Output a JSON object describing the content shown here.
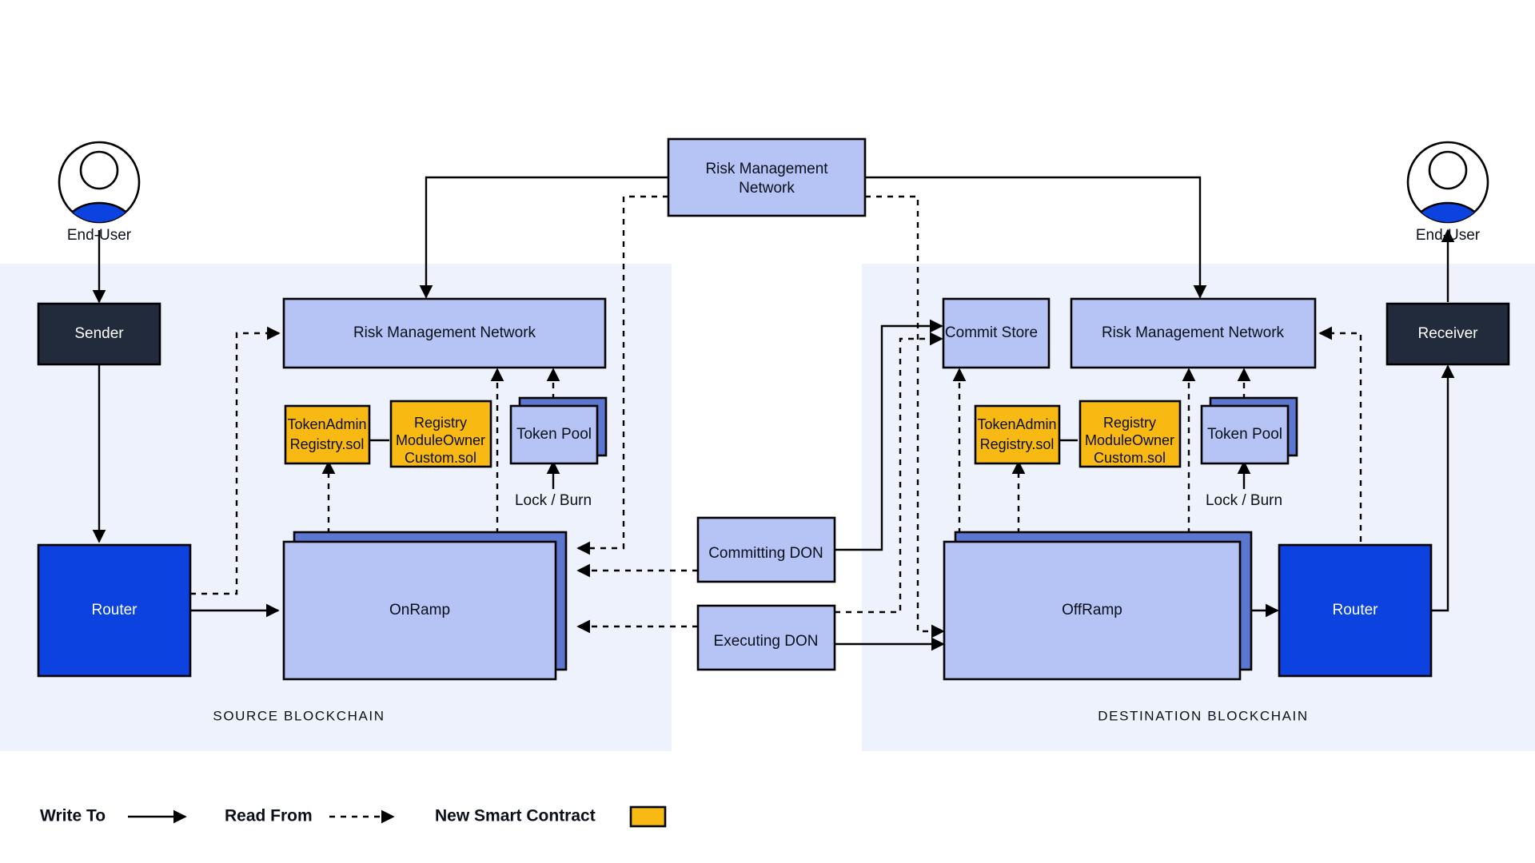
{
  "diagram": {
    "title": "CCIP Cross-Chain Token Transfer Architecture",
    "colors": {
      "zone_background": "#eef2fd",
      "light_blue_node": "#b6c4f5",
      "dark_blue_stack": "#5b77cf",
      "router_blue": "#0b42e0",
      "dark_node": "#222b3b",
      "new_contract_yellow": "#f8b912",
      "stroke": "#000000",
      "page_background": "#ffffff"
    }
  },
  "actors": {
    "left": {
      "label": "End-User"
    },
    "right": {
      "label": "End-User"
    }
  },
  "zones": {
    "source": {
      "label": "SOURCE BLOCKCHAIN"
    },
    "destination": {
      "label": "DESTINATION BLOCKCHAIN"
    }
  },
  "nodes": {
    "top_rmn": {
      "line1": "Risk Management",
      "line2": "Network"
    },
    "sender": {
      "label": "Sender"
    },
    "receiver": {
      "label": "Receiver"
    },
    "source_router": {
      "label": "Router"
    },
    "destination_router": {
      "label": "Router"
    },
    "source_rmn": {
      "label": "Risk Management Network"
    },
    "destination_rmn": {
      "label": "Risk Management Network"
    },
    "commit_store": {
      "label": "Commit Store"
    },
    "onramp": {
      "label": "OnRamp"
    },
    "offramp": {
      "label": "OffRamp"
    },
    "committing_don": {
      "label": "Committing DON"
    },
    "executing_don": {
      "label": "Executing DON"
    },
    "source_token_admin_registry": {
      "line1": "TokenAdmin",
      "line2": "Registry.sol"
    },
    "destination_token_admin_registry": {
      "line1": "TokenAdmin",
      "line2": "Registry.sol"
    },
    "source_registry_module": {
      "line1": "Registry",
      "line2": "ModuleOwner",
      "line3": "Custom.sol"
    },
    "destination_registry_module": {
      "line1": "Registry",
      "line2": "ModuleOwner",
      "line3": "Custom.sol"
    },
    "source_token_pool": {
      "label": "Token Pool"
    },
    "destination_token_pool": {
      "label": "Token Pool"
    }
  },
  "edge_labels": {
    "source_lock_burn": "Lock / Burn",
    "destination_lock_burn": "Lock / Burn"
  },
  "legend": {
    "items": [
      {
        "label": "Write To",
        "style": "solid-arrow"
      },
      {
        "label": "Read From",
        "style": "dashed-arrow"
      },
      {
        "label": "New Smart Contract",
        "style": "yellow-swatch"
      }
    ]
  }
}
